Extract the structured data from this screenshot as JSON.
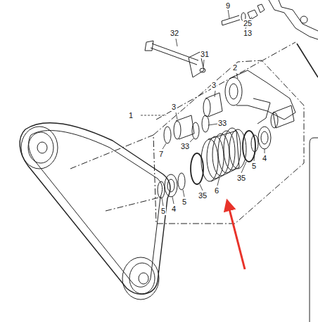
{
  "diagram": {
    "labels": [
      "9",
      "25",
      "13",
      "32",
      "31",
      "2",
      "1",
      "3",
      "3",
      "33",
      "33",
      "7",
      "4",
      "5",
      "35",
      "6",
      "35",
      "5",
      "4",
      "5"
    ]
  }
}
